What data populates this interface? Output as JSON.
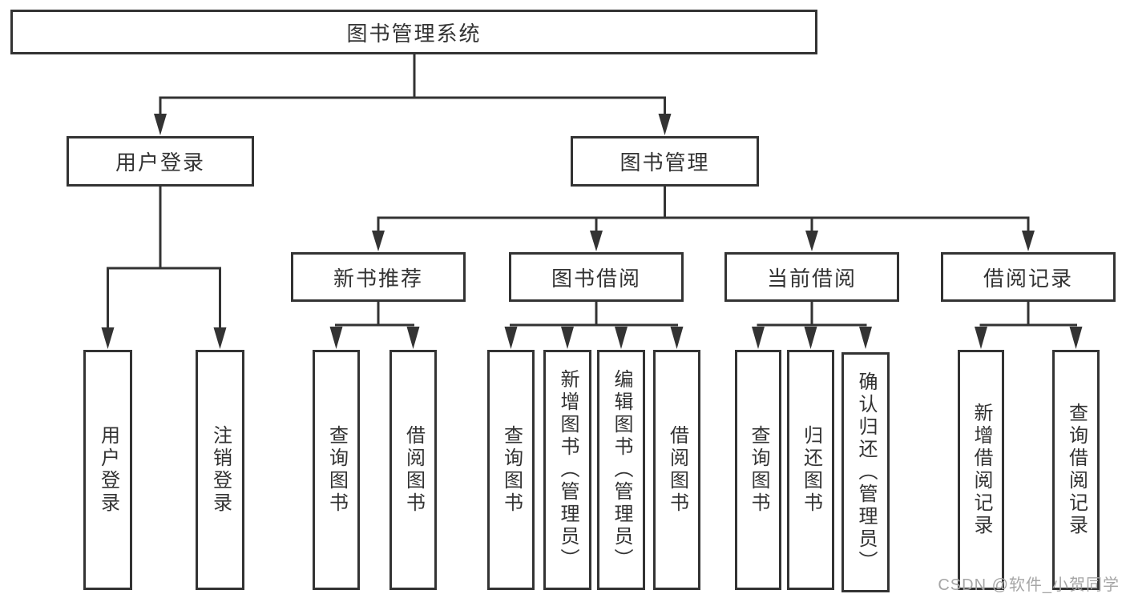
{
  "tree": {
    "root": {
      "label": "图书管理系统"
    },
    "branches": [
      {
        "label": "用户登录",
        "children": [
          {
            "label": "用户登录"
          },
          {
            "label": "注销登录"
          }
        ]
      },
      {
        "label": "图书管理",
        "sections": [
          {
            "label": "新书推荐",
            "children": [
              {
                "label": "查询图书"
              },
              {
                "label": "借阅图书"
              }
            ]
          },
          {
            "label": "图书借阅",
            "children": [
              {
                "label": "查询图书"
              },
              {
                "label": "新增图书（管理员）"
              },
              {
                "label": "编辑图书（管理员）"
              },
              {
                "label": "借阅图书"
              }
            ]
          },
          {
            "label": "当前借阅",
            "children": [
              {
                "label": "查询图书"
              },
              {
                "label": "归还图书"
              },
              {
                "label": "确认归还（管理员）"
              }
            ]
          },
          {
            "label": "借阅记录",
            "children": [
              {
                "label": "新增借阅记录"
              },
              {
                "label": "查询借阅记录"
              }
            ]
          }
        ]
      }
    ]
  },
  "watermark": "CSDN @软件_小贺同学",
  "colors": {
    "line": "#333333",
    "box_border": "#333333",
    "text": "#333333",
    "watermark": "#a6a6a6",
    "background": "#ffffff"
  }
}
